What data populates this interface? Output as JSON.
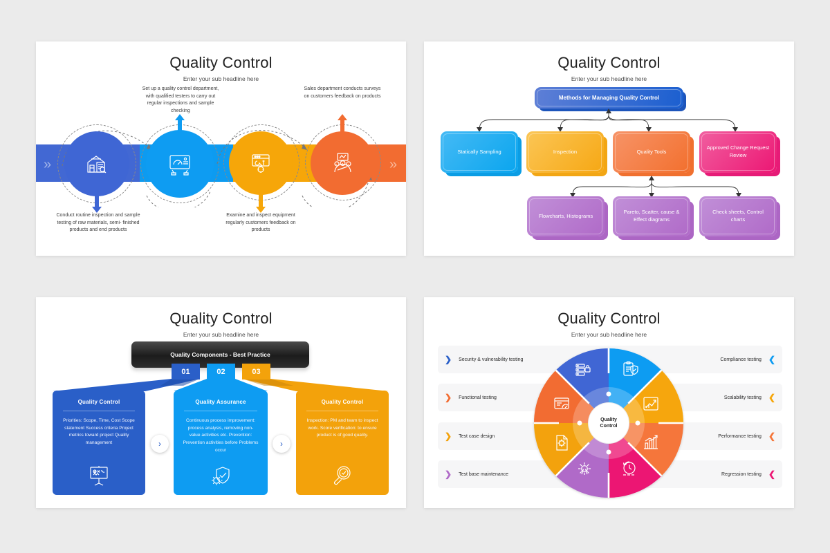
{
  "page": {
    "background": "#ebebeb"
  },
  "slides": [
    {
      "id": "process-circles",
      "title": "Quality Control",
      "subtitle": "Enter your sub headline here",
      "chevron_left": "»",
      "chevron_right": "»",
      "steps": [
        {
          "position": "bottom",
          "icon": "factory-inspection-icon",
          "color": "#3f66d4",
          "text": "Conduct routine inspection and sample testing of raw materials, semi- finished products and end products"
        },
        {
          "position": "top",
          "icon": "dashboard-tablet-icon",
          "color": "#0e9cf2",
          "text": "Set up a quality control department, with qualified testers to carry out regular inspections and sample checking"
        },
        {
          "position": "bottom",
          "icon": "browser-tools-icon",
          "color": "#f6a609",
          "text": "Examine and inspect equipment regularly customers feedback on products"
        },
        {
          "position": "top",
          "icon": "customer-feedback-icon",
          "color": "#f26c31",
          "text": "Sales department conducts surveys on customers feedback on products"
        }
      ]
    },
    {
      "id": "methods-tree",
      "title": "Quality Control",
      "subtitle": "Enter your sub headline here",
      "root": {
        "label": "Methods for Managing Quality Control",
        "color": "#1b5fd0"
      },
      "level1": [
        {
          "label": "Statically Sampling",
          "color": "#09a5ee"
        },
        {
          "label": "Inspection",
          "color": "#f6a713"
        },
        {
          "label": "Quality Tools",
          "color": "#f26f2d"
        },
        {
          "label": "Approved Change Request Review",
          "color": "#ec1673"
        }
      ],
      "level2": [
        {
          "label": "Flowcharts, Histograms",
          "color": "#b06ac8"
        },
        {
          "label": "Pareto, Scatter, cause & Effect diagrams",
          "color": "#b06ac8"
        },
        {
          "label": "Check sheets, Control charts",
          "color": "#b06ac8"
        }
      ]
    },
    {
      "id": "best-practice-cards",
      "title": "Quality Control",
      "subtitle": "Enter your sub headline here",
      "header_bar": "Quality Components - Best Practice",
      "numbers": [
        "01",
        "02",
        "03"
      ],
      "cards": [
        {
          "number": "01",
          "title": "Quality Control",
          "color": "#2a5fc8",
          "body": "Priorities: Scope, Time, Cost Scope statement Success criteria Project metrics toward project Quality management",
          "icon": "presentation-board-icon"
        },
        {
          "number": "02",
          "title": "Quality Assurance",
          "color": "#0e9cf2",
          "body": "Continuous process improvement: process analysis, removing non- value activities etc. Prevention: Prevention activities before Problems occur",
          "icon": "shield-gear-check-icon"
        },
        {
          "number": "03",
          "title": "Quality Control",
          "color": "#f3a20b",
          "body": "Inspection: PM and team to inspect work. Score verification: to ensure product is of good quality.",
          "icon": "magnifier-check-icon"
        }
      ],
      "nav_prev": "›",
      "nav_next": "›"
    },
    {
      "id": "testing-wheel",
      "title": "Quality Control",
      "subtitle": "Enter your sub headline here",
      "hub": {
        "line1": "Quality",
        "line2": "Control"
      },
      "left_labels": [
        {
          "label": "Security & vulnerability testing",
          "color": "#2a5fc8",
          "arrow": "❯"
        },
        {
          "label": "Functional testing",
          "color": "#f26c31",
          "arrow": "❯"
        },
        {
          "label": "Test case design",
          "color": "#f3a20b",
          "arrow": "❯"
        },
        {
          "label": "Test base maintenance",
          "color": "#b06ac8",
          "arrow": "❯"
        }
      ],
      "right_labels": [
        {
          "label": "Compliance testing",
          "color": "#0e9cf2",
          "arrow": "❮"
        },
        {
          "label": "Scalability testing",
          "color": "#f6a609",
          "arrow": "❮"
        },
        {
          "label": "Performance testing",
          "color": "#f5763a",
          "arrow": "❮"
        },
        {
          "label": "Regression testing",
          "color": "#ec1673",
          "arrow": "❮"
        }
      ],
      "segments": [
        {
          "name": "security-vulnerability",
          "color": "#3f66d4",
          "icon": "server-lock-icon"
        },
        {
          "name": "compliance",
          "color": "#0e9cf2",
          "icon": "clipboard-shield-icon"
        },
        {
          "name": "scalability",
          "color": "#f6a609",
          "icon": "growth-chart-icon"
        },
        {
          "name": "performance",
          "color": "#f5763a",
          "icon": "bar-chart-arrow-icon"
        },
        {
          "name": "regression",
          "color": "#ec1673",
          "icon": "clock-rotate-icon"
        },
        {
          "name": "test-base-maintenance",
          "color": "#b06ac8",
          "icon": "gear-wrench-icon"
        },
        {
          "name": "test-case-design",
          "color": "#f3a20b",
          "icon": "document-gear-icon"
        },
        {
          "name": "functional",
          "color": "#f26c31",
          "icon": "window-chart-icon"
        }
      ]
    }
  ]
}
